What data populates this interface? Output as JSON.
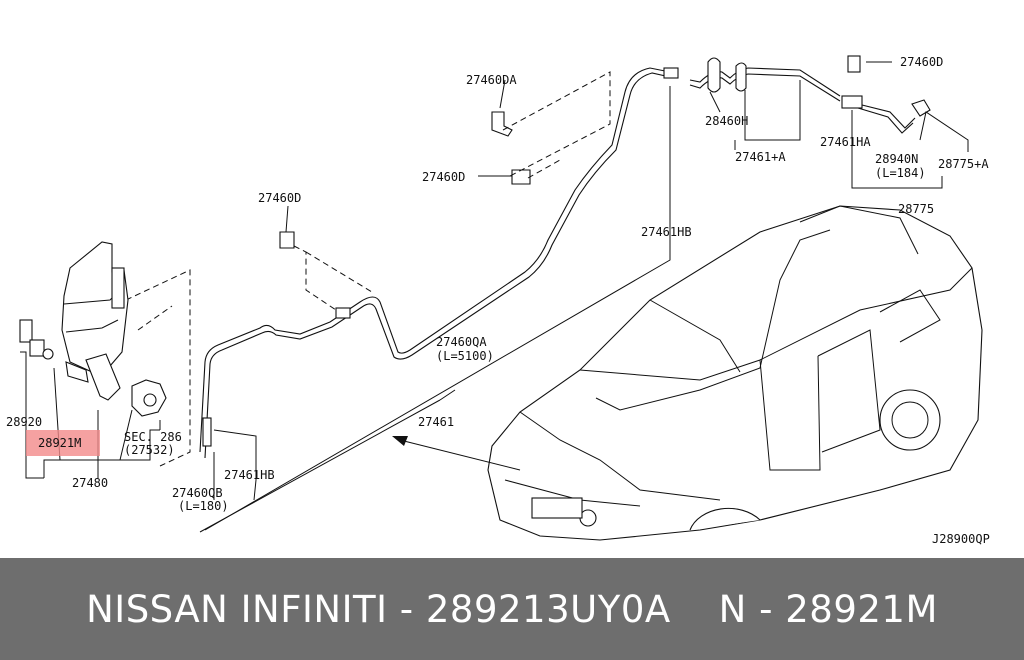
{
  "labels": {
    "l_27460DA": "27460DA",
    "l_27460D_top": "27460D",
    "l_28460H": "28460H",
    "l_27461A": "27461+A",
    "l_27461HA": "27461HA",
    "l_28940N": "28940N",
    "l_L184": "(L=184)",
    "l_28775A": "28775+A",
    "l_28775": "28775",
    "l_27460D_mid": "27460D",
    "l_27460D_left": "27460D",
    "l_27461HB_top": "27461HB",
    "l_27460QA": "27460QA",
    "l_L5100": "(L=5100)",
    "l_27461": "27461",
    "l_28920": "28920",
    "l_28921M": "28921M",
    "l_SEC286": "SEC. 286",
    "l_27532": "(27532)",
    "l_27480": "27480",
    "l_27461HB_bot": "27461HB",
    "l_27460QB": "27460QB",
    "l_L180": "(L=180)",
    "l_diagram_code": "J28900QP"
  },
  "highlight": {
    "part": "28921M",
    "color": "#f28a8a"
  },
  "footer": {
    "brand": "NISSAN INFINITI",
    "sep1": "-",
    "oem_number": "289213UY0A",
    "prefix": "N",
    "sep2": "-",
    "ref_number": "28921M"
  },
  "colors": {
    "footer_bg": "#6e6e6e",
    "footer_text": "#ffffff",
    "line": "#111111"
  }
}
